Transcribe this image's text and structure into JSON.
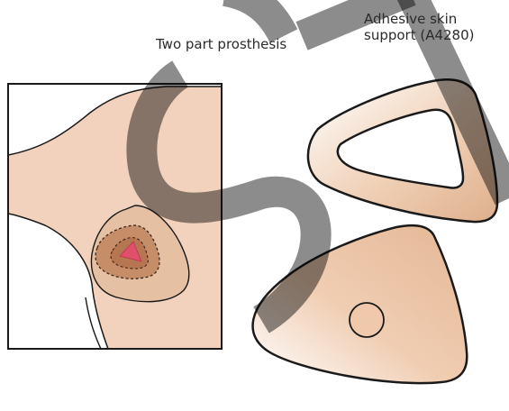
{
  "labels": {
    "two_part_prosthesis": "Two part prosthesis",
    "adhesive_line1": "Adhesive skin",
    "adhesive_line2": "support (A4280)"
  },
  "colors": {
    "skin": "#f2d2bd",
    "skin_dark": "#d9ad8f",
    "prosthesis_fill": "#e8bf9f",
    "wound": "#e0506a",
    "watermark": "rgba(0,0,0,0.45)",
    "outline": "#1a1a1a"
  }
}
